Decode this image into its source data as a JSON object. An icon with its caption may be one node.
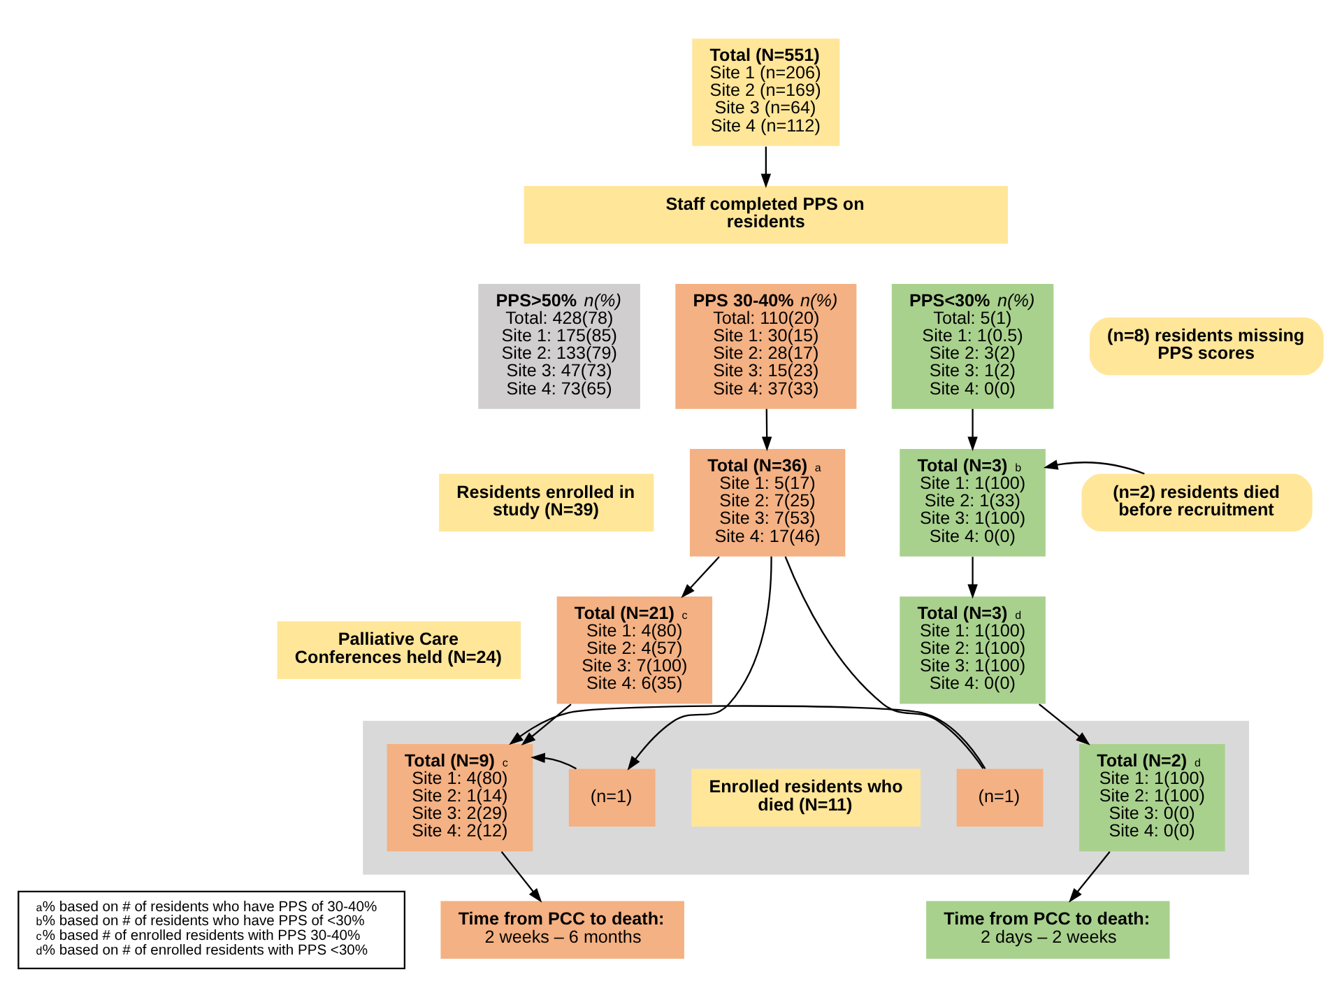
{
  "diagram": {
    "nodes": [
      {
        "text": [
          "Total (N=551)",
          "Site 1 (n=206)",
          "Site 2 (n=169)",
          "Site 3 (n=64)",
          "Site 4 (n=112)"
        ]
      },
      {
        "text": [
          "Staff completed PPS on residents"
        ]
      },
      {
        "text": [
          "PPS>50% *n(%)*",
          "Total: 428(78)",
          "Site 1: 175(85)",
          "Site 2: 133(79)",
          "Site 3: 47(73)",
          "Site 4: 73(65)"
        ]
      },
      {
        "text": [
          "PPS 30-40% *n(%)*",
          "Total: 110(20)",
          "Site 1: 30(15)",
          "Site 2: 28(17)",
          "Site 3: 15(23)",
          "Site 4: 37(33)"
        ]
      },
      {
        "text": [
          "PPS<30% *n(%)*",
          "Total: 5(1)",
          "Site 1: 1(0.5)",
          "Site 2: 3(2)",
          "Site 3: 1(2)",
          "Site 4: 0(0)"
        ]
      },
      {
        "text": [
          "(n=8) residents missing PPS scores"
        ]
      },
      {
        "text": [
          "(n=2) residents died before recruitment"
        ]
      },
      {
        "text": [
          "Residents enrolled in study (N=39)"
        ]
      },
      {
        "text": [
          "Total (N=36) $^{a}$",
          "Site 1: 5(17)",
          "Site 2: 7(25)",
          "Site 3: 7(53)",
          "Site 4: 17(46)"
        ]
      },
      {
        "text": [
          "Total (N=3) $^{b}$",
          "Site 1: 1(100)",
          "Site 2: 1(33)",
          "Site 3: 1(100)",
          "Site 4: 0(0)"
        ]
      },
      {
        "text": [
          "Palliative Care Conferences held (N=24)"
        ]
      },
      {
        "text": [
          "Total (N=21) $^{c}$",
          "Site 1: 4(80)",
          "Site 2: 4(57)",
          "Site 3: 7(100)",
          "Site 4: 6(35)"
        ]
      },
      {
        "text": [
          "Total (N=3) $^{d}$",
          "Site 1: 1(100)",
          "Site 2: 1(100)",
          "Site 3: 1(100)",
          "Site 4: 0(0)"
        ]
      },
      {
        "text": [],
        "shape": "band"
      },
      {
        "text": [
          "Enrolled residents who died (N=11)"
        ],
        "in": 13
      },
      {
        "text": [
          "(n=1)"
        ],
        "in": 13
      },
      {
        "text": [
          "(n=1)"
        ],
        "in": 13
      },
      {
        "text": [
          "Total (N=9) $^{c}$",
          "Site 1: 4(80)",
          "Site 2: 1(14)",
          "Site 3: 2(29)",
          "Site 4: 2(12)"
        ],
        "in": 13
      },
      {
        "text": [
          "Total (N=2) $^{d}$",
          "Site 1: 1(100)",
          "Site 2: 1(100)",
          "Site 3: 0(0)",
          "Site 4: 0(0)"
        ],
        "in": 13
      },
      {
        "text": [
          "Time from PCC to death:",
          "2 weeks – 6 months"
        ]
      },
      {
        "text": [
          "Time from PCC to death:",
          "2 days – 2 weeks"
        ]
      }
    ],
    "edges": [
      {
        "from": 0,
        "to": 1,
        "arrow": "to"
      },
      {
        "from": 3,
        "to": 8,
        "arrow": "to"
      },
      {
        "from": 4,
        "to": 9,
        "arrow": "to"
      },
      {
        "from": 6,
        "to": 9,
        "arrow": "to"
      },
      {
        "from": 8,
        "to": 11,
        "arrow": "to"
      },
      {
        "from": 9,
        "to": 12,
        "arrow": "to"
      },
      {
        "from": 8,
        "to": 15,
        "arrow": "to"
      },
      {
        "from": 8,
        "to": 16,
        "arrow": "none"
      },
      {
        "from": 11,
        "to": 17,
        "arrow": "to"
      },
      {
        "from": 12,
        "to": 18,
        "arrow": "to"
      },
      {
        "from": 15,
        "to": 17,
        "arrow": "to"
      },
      {
        "from": 16,
        "to": 17,
        "arrow": "to"
      },
      {
        "from": 17,
        "to": 19,
        "arrow": "to"
      },
      {
        "from": 18,
        "to": 20,
        "arrow": "to"
      }
    ],
    "labels": [
      "$^{a}$% based on # of residents who have PPS of 30-40%",
      "$^{b}$% based on # of residents who have PPS of <30%",
      "$^{c}$% based # of enrolled residents with PPS 30-40%",
      "$^{d}$% based on # of enrolled residents with PPS <30%"
    ]
  }
}
